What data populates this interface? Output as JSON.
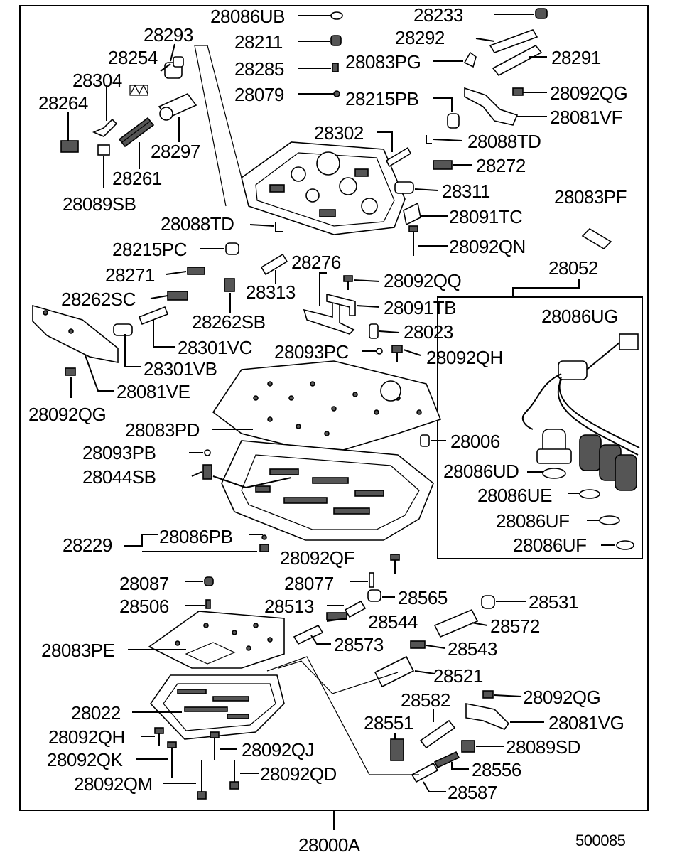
{
  "diagram": {
    "parts": [
      {
        "id": "28086UB",
        "label": "28086UB"
      },
      {
        "id": "28233",
        "label": "28233"
      },
      {
        "id": "28293",
        "label": "28293"
      },
      {
        "id": "28211",
        "label": "28211"
      },
      {
        "id": "28292",
        "label": "28292"
      },
      {
        "id": "28254",
        "label": "28254"
      },
      {
        "id": "28083PG",
        "label": "28083PG"
      },
      {
        "id": "28291",
        "label": "28291"
      },
      {
        "id": "28285",
        "label": "28285"
      },
      {
        "id": "28304",
        "label": "28304"
      },
      {
        "id": "28079",
        "label": "28079"
      },
      {
        "id": "28215PB",
        "label": "28215PB"
      },
      {
        "id": "28092QG_a",
        "label": "28092QG"
      },
      {
        "id": "28264",
        "label": "28264"
      },
      {
        "id": "28081VF",
        "label": "28081VF"
      },
      {
        "id": "28297",
        "label": "28297"
      },
      {
        "id": "28302",
        "label": "28302"
      },
      {
        "id": "28088TD_a",
        "label": "28088TD"
      },
      {
        "id": "28272",
        "label": "28272"
      },
      {
        "id": "28261",
        "label": "28261"
      },
      {
        "id": "28311",
        "label": "28311"
      },
      {
        "id": "28089SB",
        "label": "28089SB"
      },
      {
        "id": "28083PF",
        "label": "28083PF"
      },
      {
        "id": "28088TD_b",
        "label": "28088TD"
      },
      {
        "id": "28091TC",
        "label": "28091TC"
      },
      {
        "id": "28092QN",
        "label": "28092QN"
      },
      {
        "id": "28215PC",
        "label": "28215PC"
      },
      {
        "id": "28052",
        "label": "28052"
      },
      {
        "id": "28271",
        "label": "28271"
      },
      {
        "id": "28276",
        "label": "28276"
      },
      {
        "id": "28092QQ",
        "label": "28092QQ"
      },
      {
        "id": "28262SC",
        "label": "28262SC"
      },
      {
        "id": "28313",
        "label": "28313"
      },
      {
        "id": "28091TB",
        "label": "28091TB"
      },
      {
        "id": "28086UG",
        "label": "28086UG"
      },
      {
        "id": "28262SB",
        "label": "28262SB"
      },
      {
        "id": "28023",
        "label": "28023"
      },
      {
        "id": "28301VC",
        "label": "28301VC"
      },
      {
        "id": "28093PC",
        "label": "28093PC"
      },
      {
        "id": "28092QH_a",
        "label": "28092QH"
      },
      {
        "id": "28301VB",
        "label": "28301VB"
      },
      {
        "id": "28081VE",
        "label": "28081VE"
      },
      {
        "id": "28092QG_b",
        "label": "28092QG"
      },
      {
        "id": "28083PD",
        "label": "28083PD"
      },
      {
        "id": "28006",
        "label": "28006"
      },
      {
        "id": "28093PB",
        "label": "28093PB"
      },
      {
        "id": "28086UD",
        "label": "28086UD"
      },
      {
        "id": "28044SB",
        "label": "28044SB"
      },
      {
        "id": "28086UE",
        "label": "28086UE"
      },
      {
        "id": "28086UF_a",
        "label": "28086UF"
      },
      {
        "id": "28229",
        "label": "28229"
      },
      {
        "id": "28086PB",
        "label": "28086PB"
      },
      {
        "id": "28086UF_b",
        "label": "28086UF"
      },
      {
        "id": "28092QF",
        "label": "28092QF"
      },
      {
        "id": "28087",
        "label": "28087"
      },
      {
        "id": "28077",
        "label": "28077"
      },
      {
        "id": "28565",
        "label": "28565"
      },
      {
        "id": "28531",
        "label": "28531"
      },
      {
        "id": "28506",
        "label": "28506"
      },
      {
        "id": "28513",
        "label": "28513"
      },
      {
        "id": "28544",
        "label": "28544"
      },
      {
        "id": "28572",
        "label": "28572"
      },
      {
        "id": "28083PE",
        "label": "28083PE"
      },
      {
        "id": "28573",
        "label": "28573"
      },
      {
        "id": "28543",
        "label": "28543"
      },
      {
        "id": "28521",
        "label": "28521"
      },
      {
        "id": "28092QG_c",
        "label": "28092QG"
      },
      {
        "id": "28582",
        "label": "28582"
      },
      {
        "id": "28022",
        "label": "28022"
      },
      {
        "id": "28551",
        "label": "28551"
      },
      {
        "id": "28081VG",
        "label": "28081VG"
      },
      {
        "id": "28092QH_b",
        "label": "28092QH"
      },
      {
        "id": "28092QJ",
        "label": "28092QJ"
      },
      {
        "id": "28089SD",
        "label": "28089SD"
      },
      {
        "id": "28092QK",
        "label": "28092QK"
      },
      {
        "id": "28556",
        "label": "28556"
      },
      {
        "id": "28092QD",
        "label": "28092QD"
      },
      {
        "id": "28092QM",
        "label": "28092QM"
      },
      {
        "id": "28587",
        "label": "28587"
      }
    ],
    "assembly_label": "28000A",
    "drawing_number": "500085"
  }
}
